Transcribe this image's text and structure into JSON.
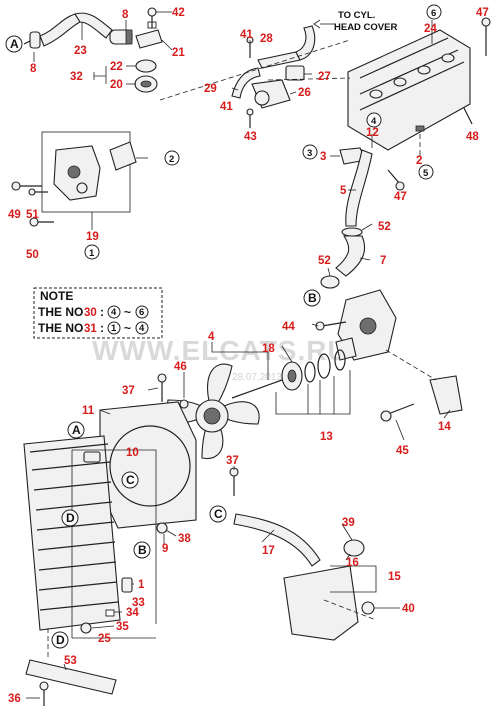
{
  "header": {
    "line1": "TO CYL.",
    "line2": "HEAD COVER"
  },
  "note": {
    "title": "NOTE",
    "row1_prefix": "THE NO",
    "row1_number": "30",
    "row1_from": "4",
    "row1_to": "6",
    "row2_prefix": "THE NO",
    "row2_number": "31",
    "row2_from": "1",
    "row2_to": "4"
  },
  "watermark": {
    "text": "WWW.ELCATS.RU",
    "date": "28.07.2013"
  },
  "circle_refs": [
    {
      "id": "c6",
      "label": "6"
    },
    {
      "id": "c4",
      "label": "4"
    },
    {
      "id": "c3",
      "label": "3"
    },
    {
      "id": "c5",
      "label": "5"
    },
    {
      "id": "c2",
      "label": "2"
    },
    {
      "id": "c1",
      "label": "1"
    }
  ],
  "letter_refs": [
    {
      "id": "A1",
      "label": "A"
    },
    {
      "id": "A2",
      "label": "A"
    },
    {
      "id": "B1",
      "label": "B"
    },
    {
      "id": "B2",
      "label": "B"
    },
    {
      "id": "C1",
      "label": "C"
    },
    {
      "id": "C2",
      "label": "C"
    },
    {
      "id": "D1",
      "label": "D"
    },
    {
      "id": "D2",
      "label": "D"
    }
  ],
  "callouts": [
    {
      "id": "p8a",
      "label": "8"
    },
    {
      "id": "p23",
      "label": "23"
    },
    {
      "id": "p8b",
      "label": "8"
    },
    {
      "id": "p42",
      "label": "42"
    },
    {
      "id": "p21",
      "label": "21"
    },
    {
      "id": "p32",
      "label": "32"
    },
    {
      "id": "p22",
      "label": "22"
    },
    {
      "id": "p20",
      "label": "20"
    },
    {
      "id": "p41a",
      "label": "41"
    },
    {
      "id": "p28",
      "label": "28"
    },
    {
      "id": "p27",
      "label": "27"
    },
    {
      "id": "p29",
      "label": "29"
    },
    {
      "id": "p41b",
      "label": "41"
    },
    {
      "id": "p26",
      "label": "26"
    },
    {
      "id": "p43",
      "label": "43"
    },
    {
      "id": "p24",
      "label": "24"
    },
    {
      "id": "p47a",
      "label": "47"
    },
    {
      "id": "p48",
      "label": "48"
    },
    {
      "id": "p12",
      "label": "12"
    },
    {
      "id": "p3",
      "label": "3"
    },
    {
      "id": "p2",
      "label": "2"
    },
    {
      "id": "p5",
      "label": "5"
    },
    {
      "id": "p47b",
      "label": "47"
    },
    {
      "id": "p52a",
      "label": "52"
    },
    {
      "id": "p52b",
      "label": "52"
    },
    {
      "id": "p7",
      "label": "7"
    },
    {
      "id": "p49",
      "label": "49"
    },
    {
      "id": "p51",
      "label": "51"
    },
    {
      "id": "p19",
      "label": "19"
    },
    {
      "id": "p50",
      "label": "50"
    },
    {
      "id": "p44",
      "label": "44"
    },
    {
      "id": "p4",
      "label": "4"
    },
    {
      "id": "p18",
      "label": "18"
    },
    {
      "id": "p46",
      "label": "46"
    },
    {
      "id": "p37a",
      "label": "37"
    },
    {
      "id": "p11",
      "label": "11"
    },
    {
      "id": "p10",
      "label": "10"
    },
    {
      "id": "p13",
      "label": "13"
    },
    {
      "id": "p14",
      "label": "14"
    },
    {
      "id": "p45",
      "label": "45"
    },
    {
      "id": "p37b",
      "label": "37"
    },
    {
      "id": "p38",
      "label": "38"
    },
    {
      "id": "p9",
      "label": "9"
    },
    {
      "id": "p39",
      "label": "39"
    },
    {
      "id": "p17",
      "label": "17"
    },
    {
      "id": "p16",
      "label": "16"
    },
    {
      "id": "p15",
      "label": "15"
    },
    {
      "id": "p1",
      "label": "1"
    },
    {
      "id": "p33",
      "label": "33"
    },
    {
      "id": "p34",
      "label": "34"
    },
    {
      "id": "p35",
      "label": "35"
    },
    {
      "id": "p25",
      "label": "25"
    },
    {
      "id": "p40",
      "label": "40"
    },
    {
      "id": "p53",
      "label": "53"
    },
    {
      "id": "p36",
      "label": "36"
    }
  ]
}
